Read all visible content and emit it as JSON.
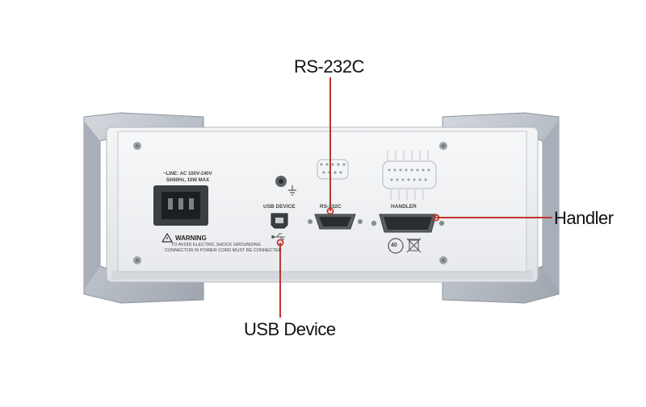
{
  "callouts": {
    "rs232c": "RS-232C",
    "handler": "Handler",
    "usb_device": "USB Device"
  },
  "panel": {
    "line_spec_1": "~LINE: AC 100V-240V",
    "line_spec_2": "50/60Hz, 10W MAX",
    "warning_title": "WARNING",
    "warning_line_1": "TO AVOID ELECTRIC SHOCK GROUNDING",
    "warning_line_2": "CONNECTOR IN POWER CORD MUST BE CONNECTED",
    "usb_label": "USB DEVICE",
    "rs232_label": "RS-232C",
    "handler_label": "HANDLER",
    "eco_badge": "40"
  },
  "colors": {
    "callout_line": "#c0362c",
    "bumper": "#b9bfc7",
    "bumper_dark": "#9aa1aa",
    "chassis": "#e9ebee",
    "panel_face": "#f3f4f5"
  },
  "icons": [
    "ground-icon",
    "usb-icon",
    "warning-icon",
    "weee-bin-icon",
    "screw-icon"
  ]
}
